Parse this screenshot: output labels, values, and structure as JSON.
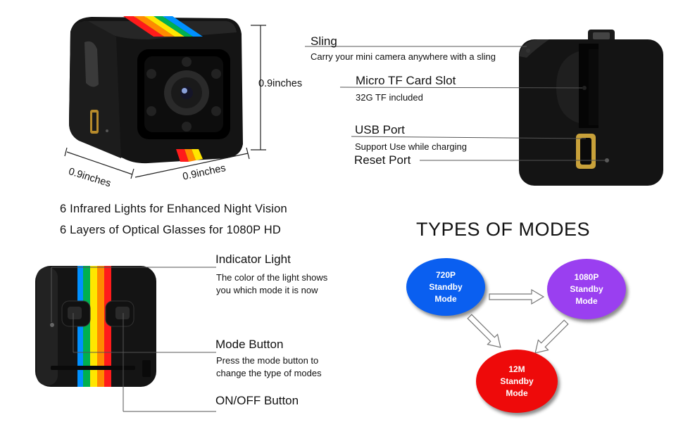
{
  "dimensions": {
    "height": "0.9inches",
    "depth": "0.9inches",
    "width": "0.9inches"
  },
  "back_labels": {
    "sling": {
      "title": "Sling",
      "desc": "Carry your mini camera anywhere with a sling"
    },
    "tf_slot": {
      "title": "Micro TF Card Slot",
      "desc": "32G TF included"
    },
    "usb": {
      "title": "USB Port",
      "desc": "Support Use while charging"
    },
    "reset": {
      "title": "Reset Port"
    }
  },
  "features": [
    "6 Infrared Lights for Enhanced Night Vision",
    "6 Layers of Optical Glasses for 1080P HD"
  ],
  "side_labels": {
    "indicator": {
      "title": "Indicator Light",
      "desc1": "The color of the light shows",
      "desc2": "you which mode it is now"
    },
    "mode": {
      "title": "Mode Button",
      "desc1": "Press the mode button to",
      "desc2": "change the type of modes"
    },
    "power": {
      "title": "ON/OFF Button"
    }
  },
  "modes": {
    "title": "TYPES OF MODES",
    "m720": {
      "line1": "720P",
      "line2": "Standby",
      "line3": "Mode",
      "color": "#0a5ff0"
    },
    "m1080": {
      "line1": "1080P",
      "line2": "Standby",
      "line3": "Mode",
      "color": "#9a3ff0"
    },
    "m12": {
      "line1": "12M",
      "line2": "Standby",
      "line3": "Mode",
      "color": "#ee0a0a"
    }
  }
}
